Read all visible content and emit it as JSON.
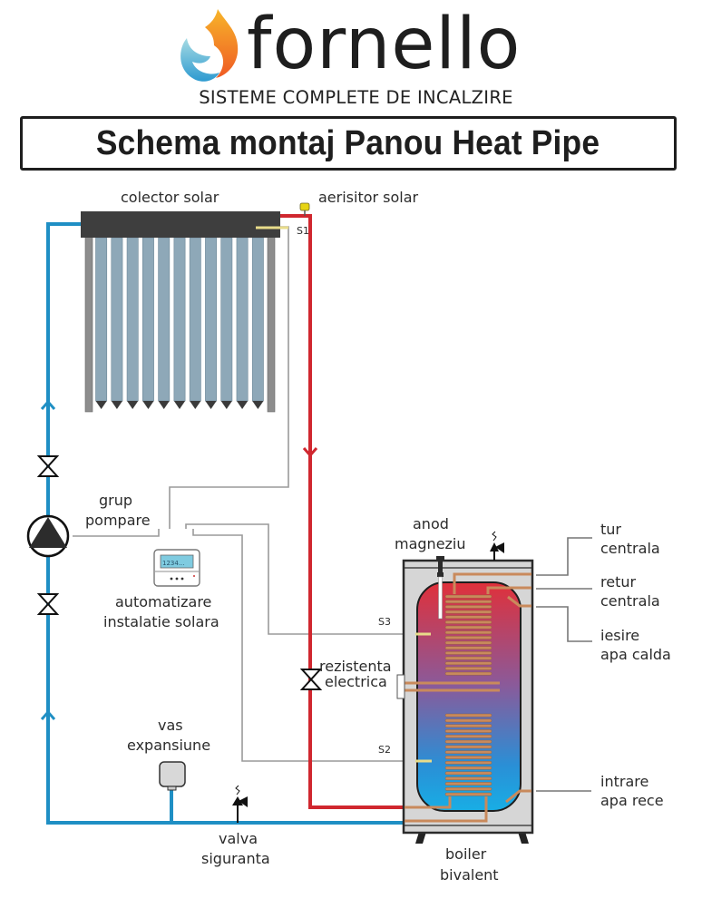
{
  "brand": {
    "name": "fornello",
    "tagline": "SISTEME COMPLETE DE INCALZIRE",
    "logo_icon": "flame-water-drop-icon",
    "colors": {
      "flame_top": "#f7b52a",
      "flame_bottom": "#ef5a24",
      "drop_top": "#a6dbe3",
      "drop_bottom": "#2d9ad0",
      "text": "#1e1e1e"
    }
  },
  "title": "Schema montaj Panou Heat Pipe",
  "colors": {
    "cold_pipe": "#1f8fc4",
    "hot_pipe": "#d0272f",
    "wire": "#9a9a9a",
    "collector_header": "#3e3e3e",
    "collector_tube": "#8ea8b8",
    "copper": "#c98a5c",
    "sensor": "#e8dc8a",
    "tank_hot": "#e0303a",
    "tank_cold": "#18aee5",
    "tank_casing": "#d6d6d6"
  },
  "labels": {
    "collector": "colector solar",
    "air_vent": "aerisitor solar",
    "pump_group_line1": "grup",
    "pump_group_line2": "pompare",
    "controller_line1": "automatizare",
    "controller_line2": "instalatie solara",
    "controller_display": "1234...",
    "expansion_line1": "vas",
    "expansion_line2": "expansiune",
    "safety_valve_line1": "valva",
    "safety_valve_line2": "siguranta",
    "anode_line1": "anod",
    "anode_line2": "magneziu",
    "heater_line1": "rezistenta",
    "heater_line2": "electrica",
    "boiler_line1": "boiler",
    "boiler_line2": "bivalent",
    "flow_central_line1": "tur",
    "flow_central_line2": "centrala",
    "return_central_line1": "retur",
    "return_central_line2": "centrala",
    "hot_out_line1": "iesire",
    "hot_out_line2": "apa calda",
    "cold_in_line1": "intrare",
    "cold_in_line2": "apa rece",
    "sensor_s1": "S1",
    "sensor_s2": "S2",
    "sensor_s3": "S3"
  },
  "collector": {
    "tube_count": 11
  },
  "boiler": {
    "upper_coil_turns": 16,
    "lower_coil_turns": 16
  }
}
